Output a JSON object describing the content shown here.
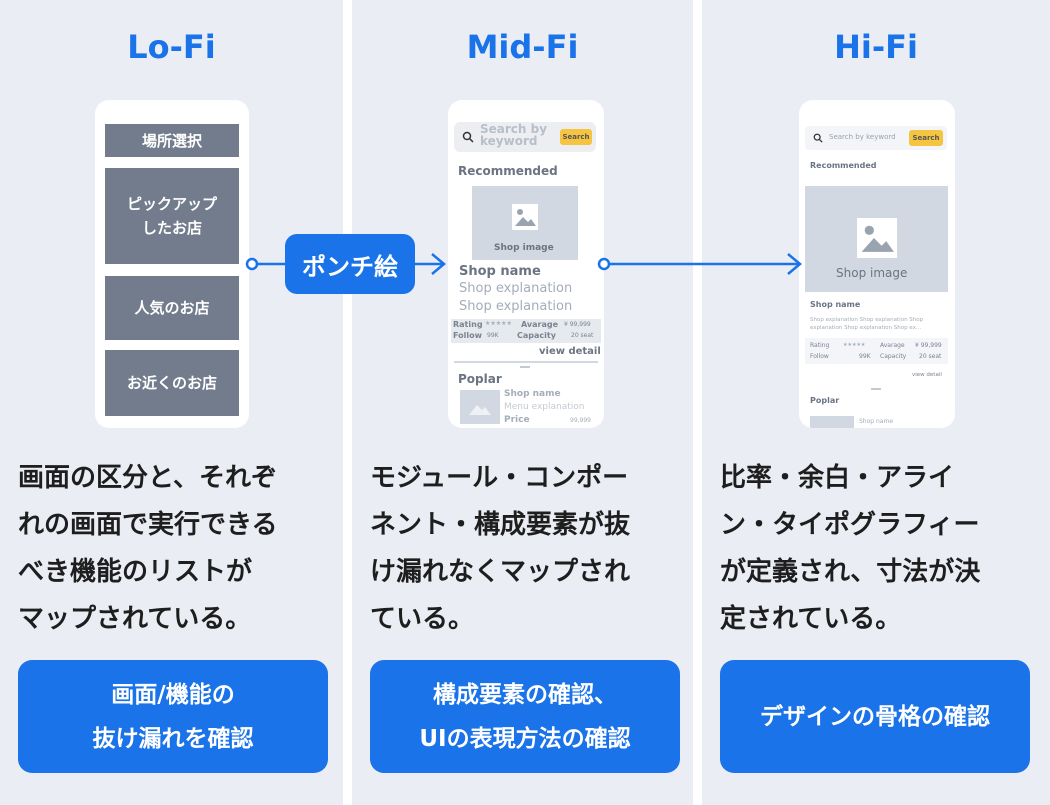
{
  "columns": [
    {
      "title": "Lo-Fi",
      "description": "画面の区分と、それぞ\nれの画面で実行できる\nべき機能のリストが\nマップされている。",
      "button": "画面/機能の\n抜け漏れを確認",
      "wireframe": {
        "blocks": [
          "場所選択",
          "ピックアップ\nしたお店",
          "人気のお店",
          "お近くのお店"
        ]
      }
    },
    {
      "title": "Mid-Fi",
      "description": "モジュール・コンポー\nネント・構成要素が抜\nけ漏れなくマップされ\nている。",
      "button": "構成要素の確認、\nUIの表現方法の確認",
      "wireframe": {
        "search_placeholder": "Search by\nkeyword",
        "search_button": "Search",
        "section_recommended": "Recommended",
        "image_label": "Shop image",
        "shop_name": "Shop name",
        "shop_explanation_1": "Shop explanation",
        "shop_explanation_2": "Shop explanation",
        "rating_label": "Rating",
        "rating_stars": "★★★★★",
        "average_label": "Avarage",
        "average_value": "¥ 99,999",
        "follow_label": "Follow",
        "follow_value": "99K",
        "capacity_label": "Capacity",
        "capacity_value": "20 seat",
        "view_detail": "view detail",
        "section_popular": "Poplar",
        "pop_shop_name": "Shop name",
        "pop_menu_explanation": "Menu explanation",
        "pop_price": "Price",
        "pop_price_value": "99,999"
      }
    },
    {
      "title": "Hi-Fi",
      "description": "比率・余白・アライ\nン・タイポグラフィー\nが定義され、寸法が決\n定されている。",
      "button": "デザインの骨格の確認",
      "wireframe": {
        "search_placeholder": "Search by keyword",
        "search_button": "Search",
        "section_recommended": "Recommended",
        "image_label": "Shop image",
        "shop_name": "Shop name",
        "shop_explanation": "Shop explanation Shop explanation Shop\nexplanation Shop explanation Shop ex...",
        "rating_label": "Rating",
        "rating_stars": "★★★★★",
        "average_label": "Avarage",
        "average_value": "¥ 99,999",
        "follow_label": "Follow",
        "follow_value": "99K",
        "capacity_label": "Capacity",
        "capacity_value": "20 seat",
        "view_detail": "view detail",
        "section_popular": "Poplar",
        "pop_shop_name": "Shop name"
      }
    }
  ],
  "connector_label": "ポンチ絵",
  "colors": {
    "accent": "#1a73e8",
    "panel": "#eaeef4",
    "wire_gray": "#727c8c",
    "search_yellow": "#f5c542"
  }
}
